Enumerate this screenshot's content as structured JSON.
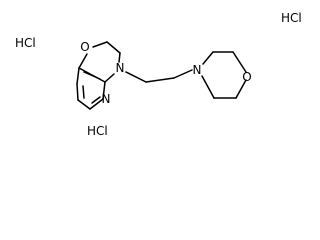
{
  "molecule": {
    "atoms": {
      "ring_oxygen": "O",
      "ring_nitrogen": "N",
      "pyridine_nitrogen": "N",
      "morpholine_nitrogen": "N",
      "morpholine_oxygen": "O"
    }
  },
  "salts": [
    "HCl",
    "HCl",
    "HCl"
  ]
}
